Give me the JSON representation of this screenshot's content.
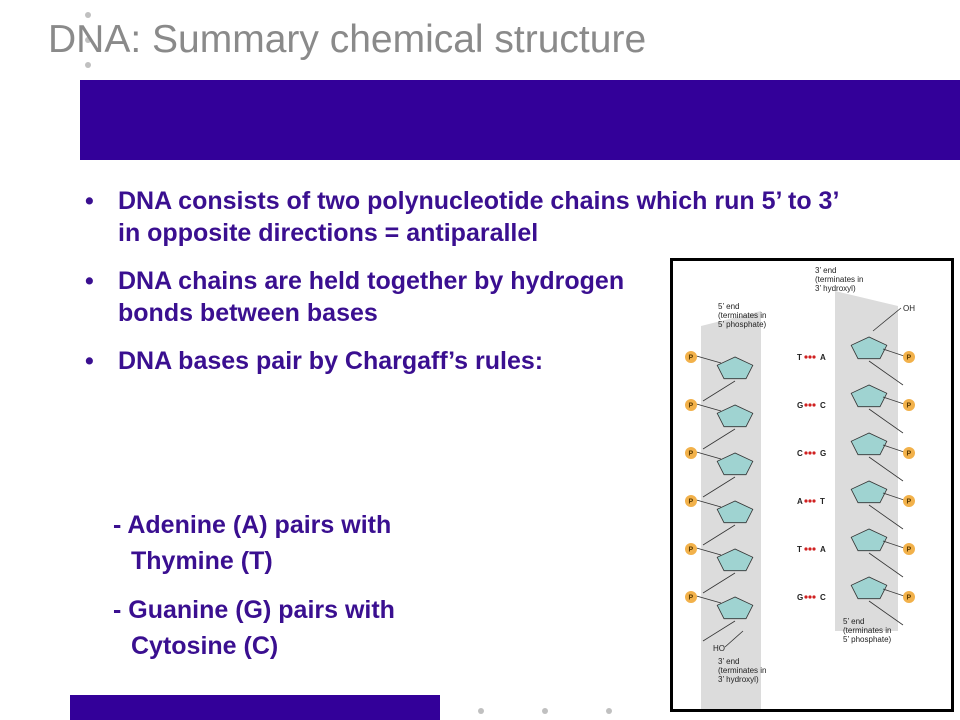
{
  "slide": {
    "title": "DNA: Summary chemical structure",
    "bullets": [
      "DNA consists of two polynucleotide chains which run 5’ to 3’ in opposite directions = antiparallel",
      "DNA chains are held together by hydrogen bonds between bases",
      "DNA bases pair by Chargaff’s rules:"
    ],
    "sub_points": [
      {
        "line1": "- Adenine (A) pairs with",
        "line2": "Thymine (T)"
      },
      {
        "line1": "- Guanine (G) pairs with",
        "line2": "Cytosine (C)"
      }
    ]
  },
  "figure": {
    "left_top_label": [
      "5’ end",
      "(terminates in",
      "5’ phosphate)"
    ],
    "right_top_label": [
      "3’ end",
      "(terminates in",
      "3’ hydroxyl)"
    ],
    "oh_label": "OH",
    "ho_label": "HO",
    "left_bottom_label": [
      "3’ end",
      "(terminates in",
      "3’ hydroxyl)"
    ],
    "right_bottom_label": [
      "5’ end",
      "(terminates in",
      "5’ phosphate)"
    ],
    "phosphate_symbol": "P",
    "base_pairs": [
      {
        "left": "T",
        "right": "A"
      },
      {
        "left": "G",
        "right": "C"
      },
      {
        "left": "C",
        "right": "G"
      },
      {
        "left": "A",
        "right": "T"
      },
      {
        "left": "T",
        "right": "A"
      },
      {
        "left": "G",
        "right": "C"
      }
    ]
  },
  "colors": {
    "band": "#330099",
    "text": "#3a0f90",
    "title": "#8a8a8a",
    "sugar": "#9fd3d1",
    "strand": "#d9d9d9",
    "phosphate": "#f2b14a",
    "hbond": "#d02020"
  }
}
